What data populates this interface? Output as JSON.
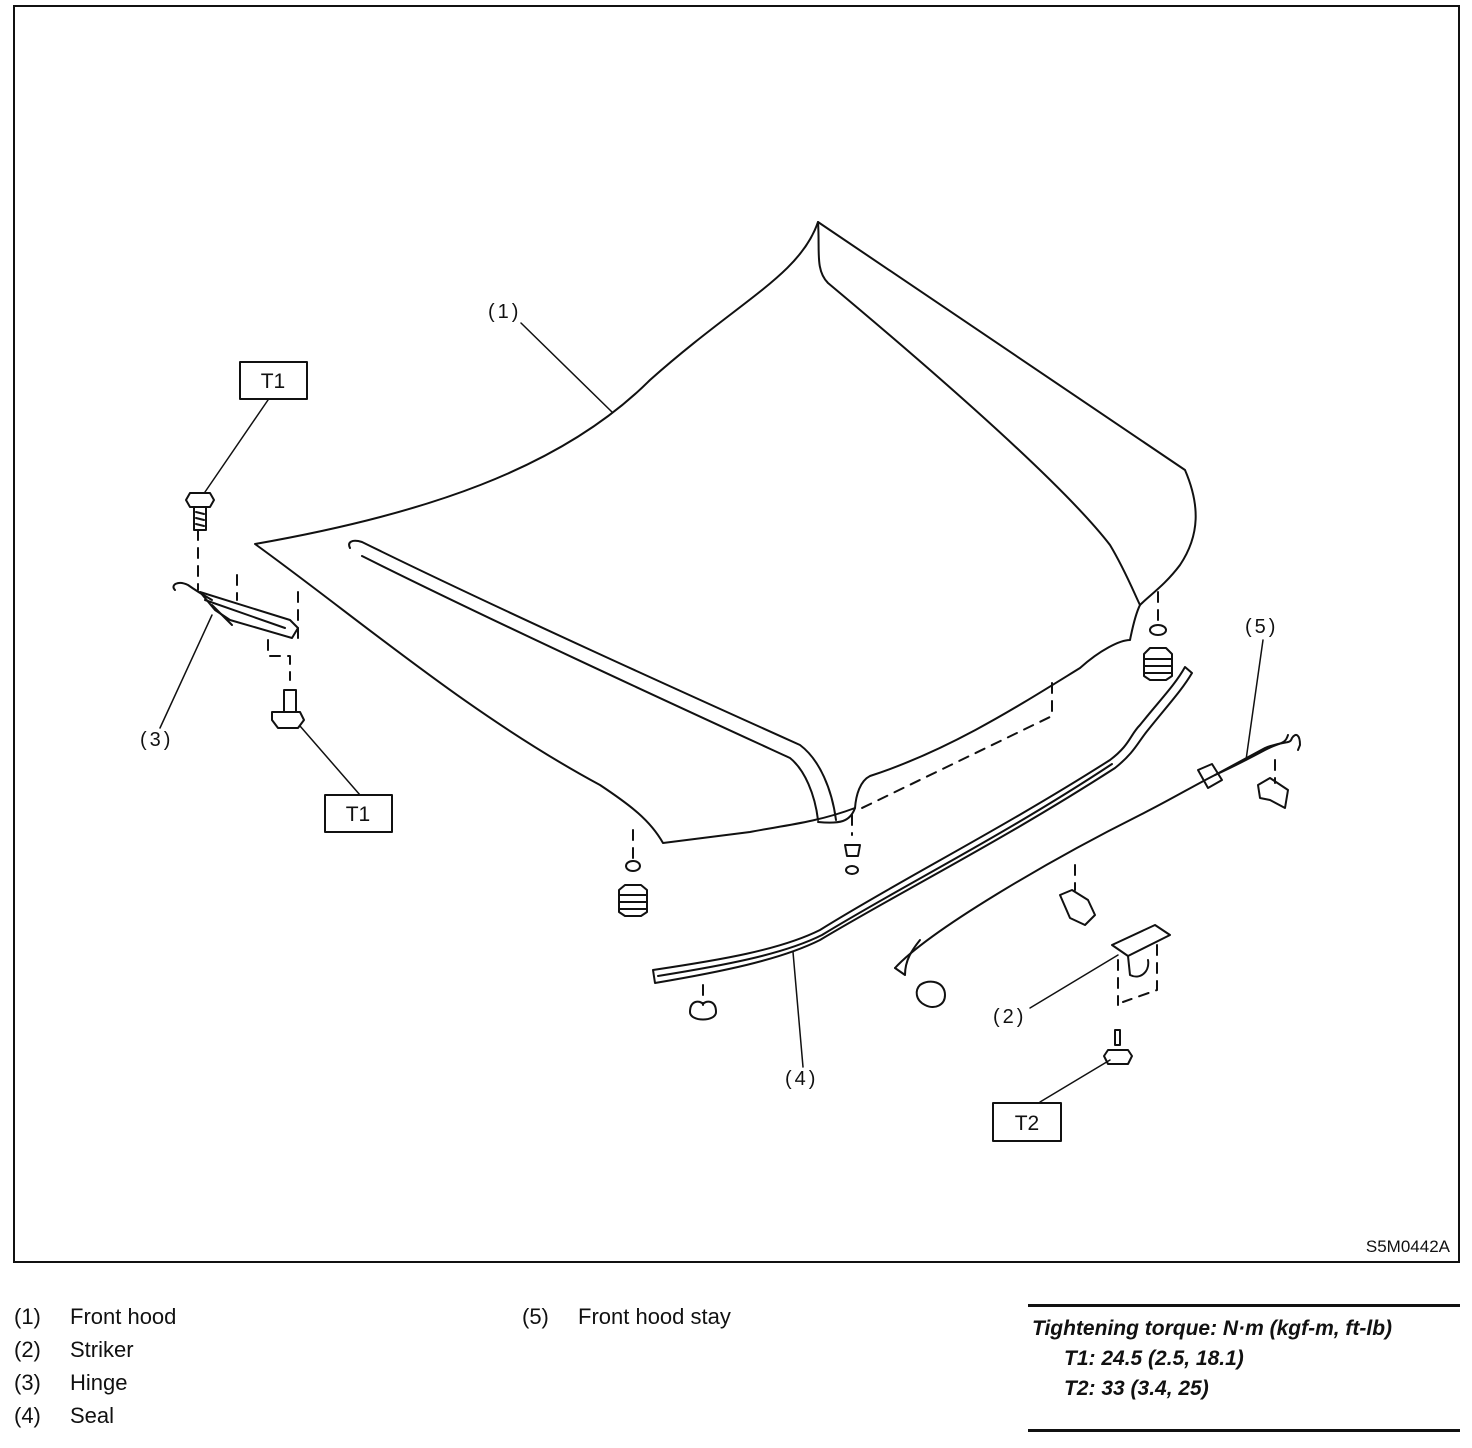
{
  "diagram": {
    "figure_code": "S5M0442A",
    "callouts": {
      "c1": "(1)",
      "c2": "(2)",
      "c3": "(3)",
      "c4": "(4)",
      "c5": "(5)"
    },
    "torque_boxes": {
      "t1_upper": "T1",
      "t1_lower": "T1",
      "t2": "T2"
    }
  },
  "legend": {
    "items": [
      {
        "num": "(1)",
        "label": "Front hood"
      },
      {
        "num": "(2)",
        "label": "Striker"
      },
      {
        "num": "(3)",
        "label": "Hinge"
      },
      {
        "num": "(4)",
        "label": "Seal"
      },
      {
        "num": "(5)",
        "label": "Front hood stay"
      }
    ]
  },
  "torque": {
    "heading": "Tightening torque: N·m (kgf-m, ft-lb)",
    "t1": "T1: 24.5 (2.5, 18.1)",
    "t2": "T2: 33 (3.4, 25)"
  }
}
